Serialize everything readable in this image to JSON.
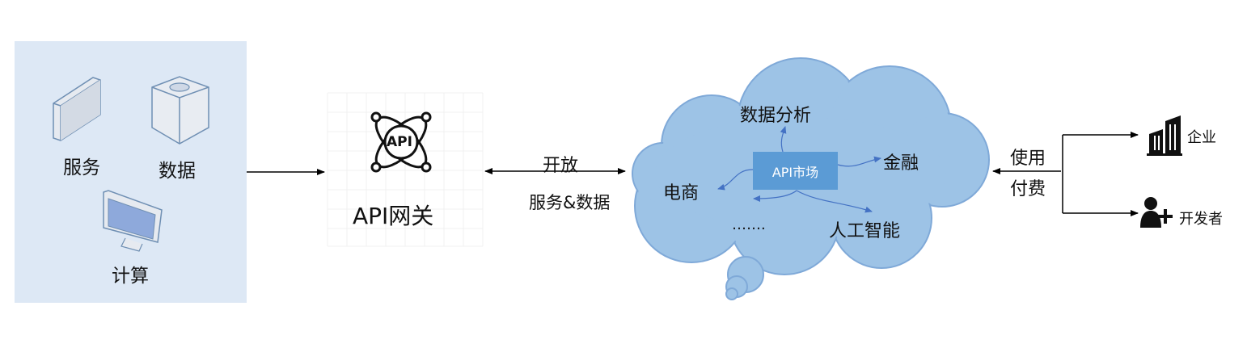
{
  "resources": {
    "service_label": "服务",
    "data_label": "数据",
    "compute_label": "计算"
  },
  "gateway": {
    "logo_text": "API",
    "title": "API网关"
  },
  "link": {
    "top_label": "开放",
    "bottom_label": "服务&数据"
  },
  "market": {
    "center_label": "API市场",
    "items": {
      "analytics": "数据分析",
      "finance": "金融",
      "ecommerce": "电商",
      "ai": "人工智能",
      "more": "……."
    }
  },
  "consumers": {
    "top_label": "使用",
    "bottom_label": "付费",
    "enterprise": "企业",
    "developer": "开发者"
  },
  "colors": {
    "panel": "#dde8f5",
    "cloud_fill": "#9dc3e6",
    "cloud_stroke": "#7fa9d8",
    "market_box": "#5b9bd5",
    "arrow_blue": "#4472c4",
    "line": "#000000"
  },
  "icons": [
    "server-icon",
    "database-icon",
    "monitor-icon",
    "api-logo-icon",
    "building-icon",
    "developer-icon"
  ]
}
